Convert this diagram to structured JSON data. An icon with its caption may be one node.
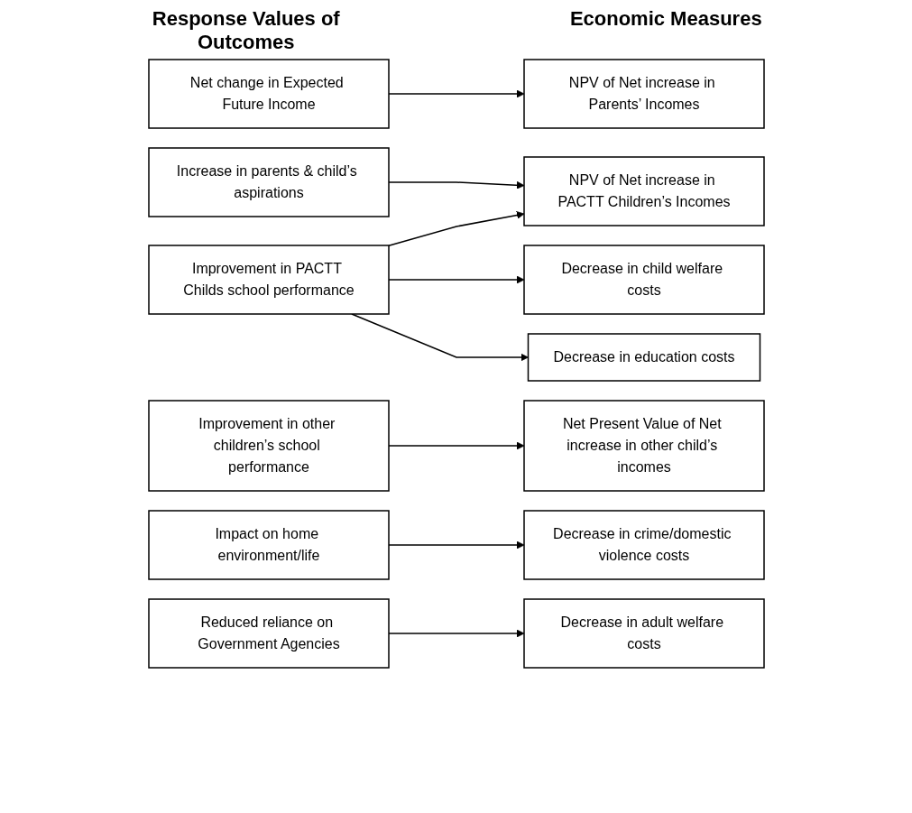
{
  "diagram": {
    "nodes": [
      {
        "text": [
          "Net change in Expected Future Income"
        ]
      },
      {
        "text": [
          "NPV of Net increase in Parents’ Incomes"
        ]
      },
      {
        "text": [
          "Increase in parents & child’s aspirations"
        ]
      },
      {
        "text": [
          "NPV of Net increase in PACTT Children’s Incomes"
        ]
      },
      {
        "text": [
          "Improvement in PACTT Childs school performance"
        ]
      },
      {
        "text": [
          "Decrease in child welfare costs"
        ]
      },
      {
        "text": [
          "Decrease in education costs"
        ]
      },
      {
        "text": [
          "Improvement in other children’s school performance"
        ]
      },
      {
        "text": [
          "Net Present Value of Net increase in other child’s incomes"
        ]
      },
      {
        "text": [
          "Impact on home environment/life"
        ]
      },
      {
        "text": [
          "Decrease in crime/domestic violence costs"
        ]
      },
      {
        "text": [
          "Reduced reliance on Government Agencies"
        ]
      },
      {
        "text": [
          "Decrease in adult welfare costs"
        ]
      }
    ],
    "edges": [
      {
        "from": 0,
        "to": 1,
        "arrow": "to"
      },
      {
        "from": 2,
        "to": 3,
        "arrow": "to"
      },
      {
        "from": 4,
        "to": 3,
        "arrow": "to"
      },
      {
        "from": 4,
        "to": 5,
        "arrow": "to"
      },
      {
        "from": 4,
        "to": 6,
        "arrow": "to"
      },
      {
        "from": 7,
        "to": 8,
        "arrow": "to"
      },
      {
        "from": 9,
        "to": 10,
        "arrow": "to"
      },
      {
        "from": 11,
        "to": 12,
        "arrow": "to"
      }
    ],
    "labels": [
      "Response Values of Outcomes",
      "Economic Measures"
    ]
  }
}
